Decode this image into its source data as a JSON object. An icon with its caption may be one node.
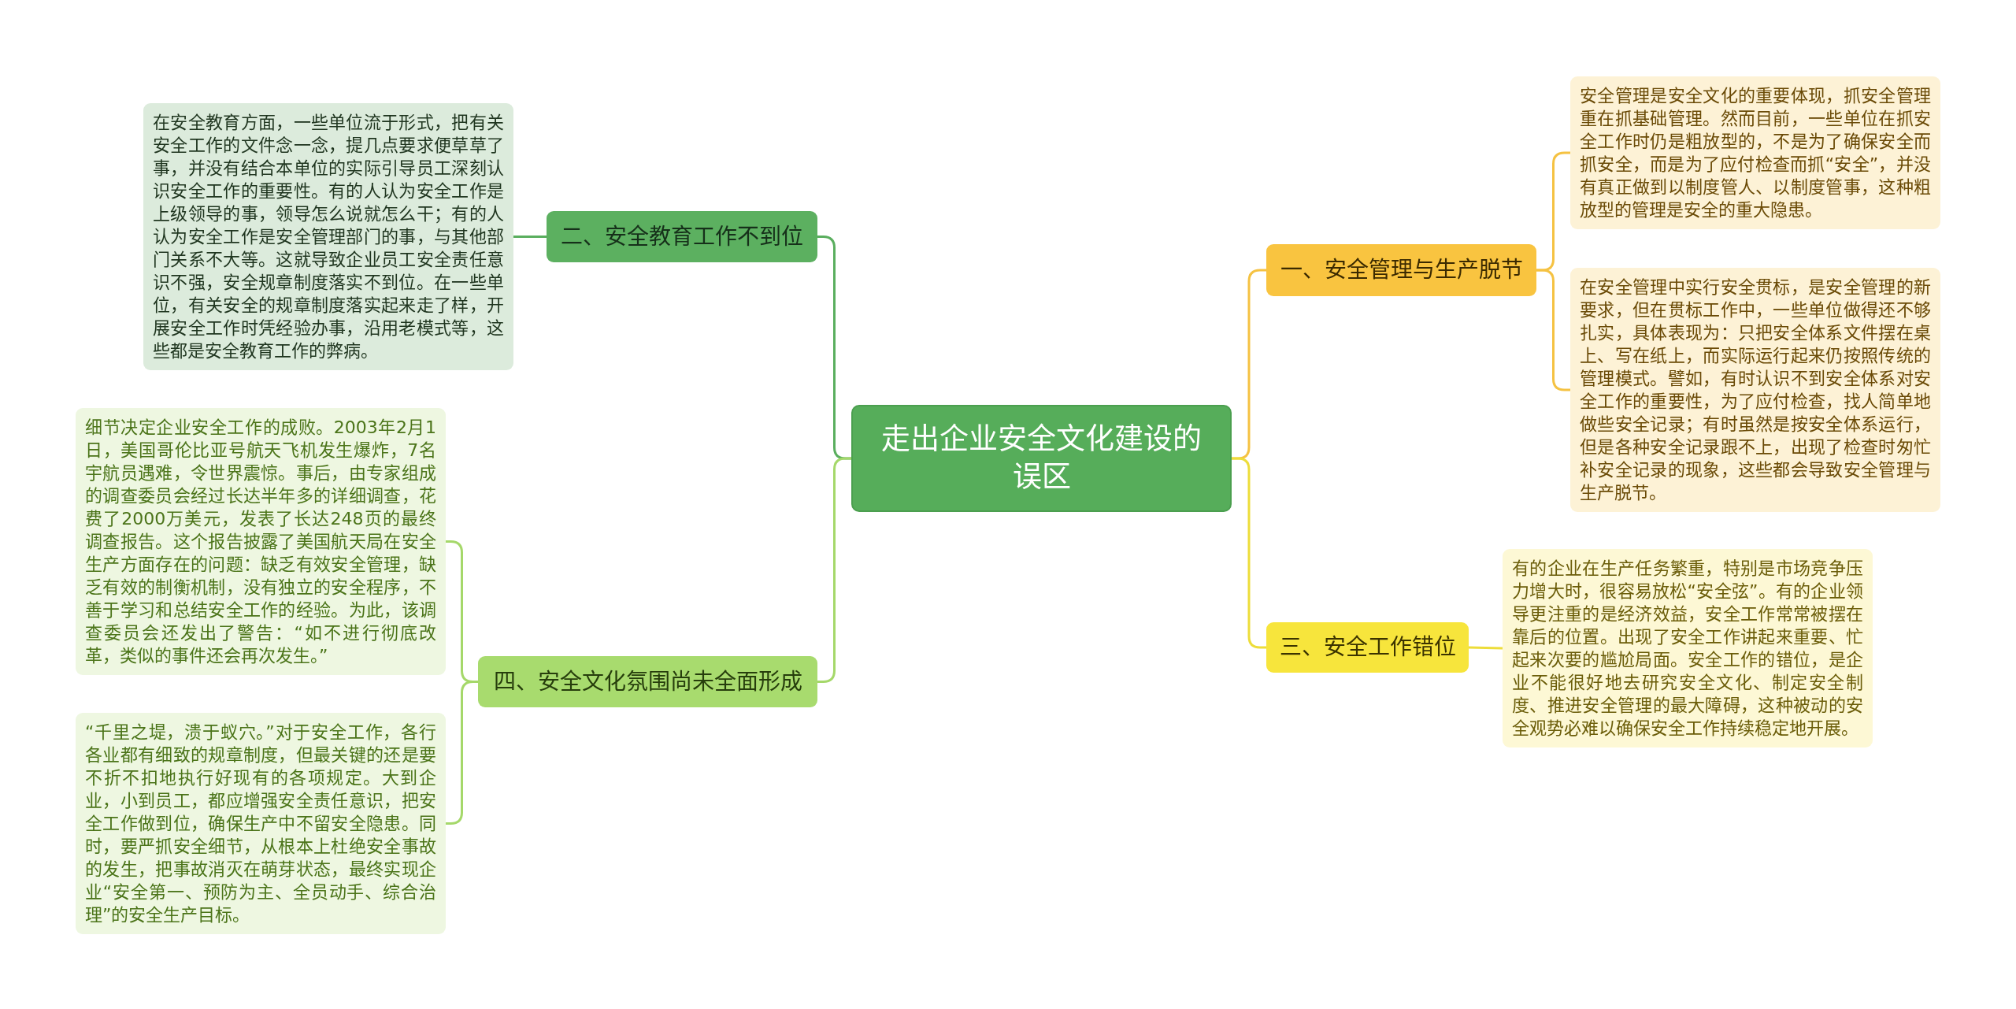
{
  "diagram": {
    "nodes": [
      {
        "text": [
          "走出企业安全文化建设的误区"
        ]
      },
      {
        "text": [
          "一、安全管理与生产脱节"
        ]
      },
      {
        "text": [
          "安全管理是安全文化的重要体现，抓安全管理重在抓基础管理。然而目前，一些单位在抓安全工作时仍是粗放型的，不是为了确保安全而抓安全，而是为了应付检查而抓“安全”，并没有真正做到以制度管人、以制度管事，这种粗放型的管理是安全的重大隐患。"
        ]
      },
      {
        "text": [
          "在安全管理中实行安全贯标，是安全管理的新要求，但在贯标工作中，一些单位做得还不够扎实，具体表现为：只把安全体系文件摆在桌上、写在纸上，而实际运行起来仍按照传统的管理模式。譬如，有时认识不到安全体系对安全工作的重要性，为了应付检查，找人简单地做些安全记录；有时虽然是按安全体系运行，但是各种安全记录跟不上，出现了检查时匆忙补安全记录的现象，这些都会导致安全管理与生产脱节。"
        ]
      },
      {
        "text": [
          "三、安全工作错位"
        ]
      },
      {
        "text": [
          "有的企业在生产任务繁重，特别是市场竞争压力增大时，很容易放松“安全弦”。有的企业领导更注重的是经济效益，安全工作常常被摆在靠后的位置。出现了安全工作讲起来重要、忙起来次要的尴尬局面。安全工作的错位，是企业不能很好地去研究安全文化、制定安全制度、推进安全管理的最大障碍，这种被动的安全观势必难以确保安全工作持续稳定地开展。"
        ]
      },
      {
        "text": [
          "二、安全教育工作不到位"
        ]
      },
      {
        "text": [
          "在安全教育方面，一些单位流于形式，把有关安全工作的文件念一念，提几点要求便草草了事，并没有结合本单位的实际引导员工深刻认识安全工作的重要性。有的人认为安全工作是上级领导的事，领导怎么说就怎么干；有的人认为安全工作是安全管理部门的事，与其他部门关系不大等。这就导致企业员工安全责任意识不强，安全规章制度落实不到位。在一些单位，有关安全的规章制度落实起来走了样，开展安全工作时凭经验办事，沿用老模式等，这些都是安全教育工作的弊病。"
        ]
      },
      {
        "text": [
          "四、安全文化氛围尚未全面形成"
        ]
      },
      {
        "text": [
          "细节决定企业安全工作的成败。2003年2月1日，美国哥伦比亚号航天飞机发生爆炸，7名宇航员遇难，令世界震惊。事后，由专家组成的调查委员会经过长达半年多的详细调查，花费了2000万美元，发表了长达248页的最终调查报告。这个报告披露了美国航天局在安全生产方面存在的问题：缺乏有效安全管理，缺乏有效的制衡机制，没有独立的安全程序，不善于学习和总结安全工作的经验。为此，该调查委员会还发出了警告：“如不进行彻底改革，类似的事件还会再次发生。”"
        ]
      },
      {
        "text": [
          "“千里之堤，溃于蚁穴。”对于安全工作，各行各业都有细致的规章制度，但最关键的还是要不折不扣地执行好现有的各项规定。大到企业，小到员工，都应增强安全责任意识，把安全工作做到位，确保生产中不留安全隐患。同时，要严抓安全细节，从根本上杜绝安全事故的发生，把事故消灭在萌芽状态，最终实现企业“安全第一、预防为主、全员动手、综合治理”的安全生产目标。"
        ]
      }
    ],
    "edges": [
      {
        "from": 0,
        "to": 1,
        "arrow": "none",
        "color": "#f5c242"
      },
      {
        "from": 1,
        "to": 2,
        "arrow": "none",
        "color": "#f5c242"
      },
      {
        "from": 1,
        "to": 3,
        "arrow": "none",
        "color": "#f5c242"
      },
      {
        "from": 0,
        "to": 4,
        "arrow": "none",
        "color": "#eddd3a"
      },
      {
        "from": 4,
        "to": 5,
        "arrow": "none",
        "color": "#eddd3a"
      },
      {
        "from": 0,
        "to": 6,
        "arrow": "none",
        "color": "#5aae5e"
      },
      {
        "from": 6,
        "to": 7,
        "arrow": "none",
        "color": "#5aae5e"
      },
      {
        "from": 0,
        "to": 8,
        "arrow": "none",
        "color": "#a5d86a"
      },
      {
        "from": 8,
        "to": 9,
        "arrow": "none",
        "color": "#a5d86a"
      },
      {
        "from": 8,
        "to": 10,
        "arrow": "none",
        "color": "#a5d86a"
      }
    ]
  }
}
